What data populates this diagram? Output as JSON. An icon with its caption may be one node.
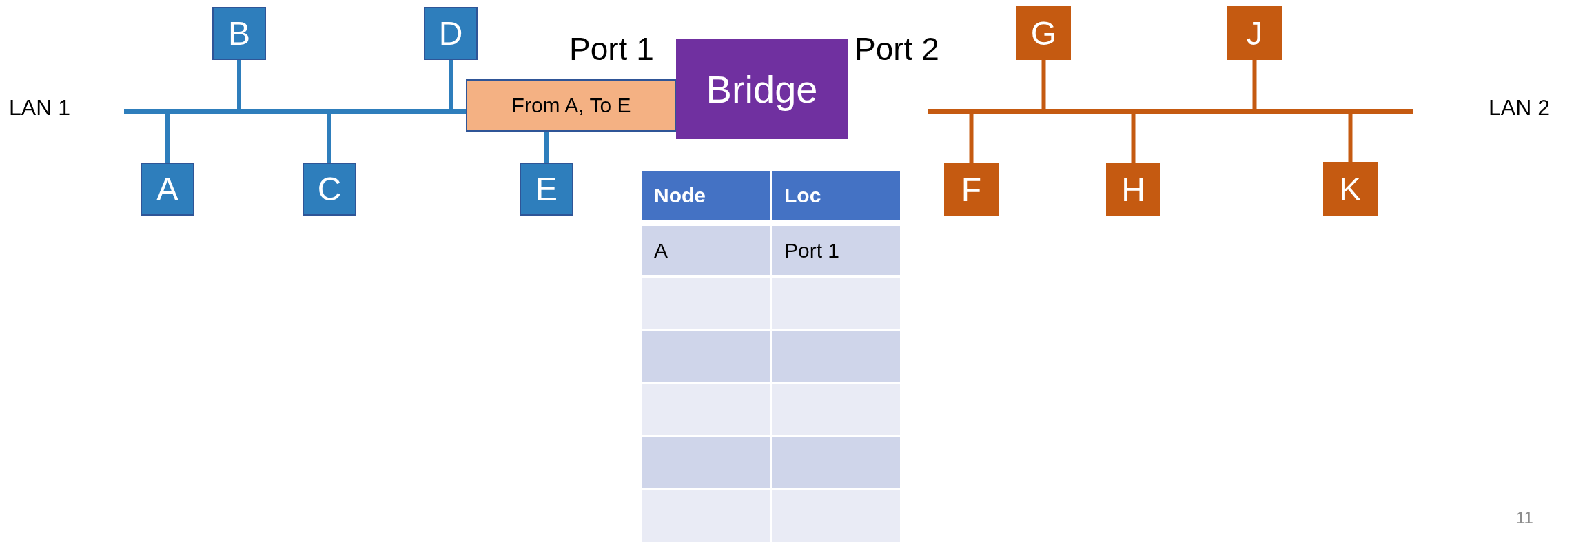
{
  "diagram": {
    "nodes": [
      {
        "text": [],
        "shape": "bar",
        "beside": [
          "LAN 1"
        ]
      },
      {
        "text": [
          "B"
        ]
      },
      {
        "text": [
          "D"
        ]
      },
      {
        "text": [
          "A"
        ]
      },
      {
        "text": [
          "C"
        ]
      },
      {
        "text": [
          "E"
        ]
      },
      {
        "text": [
          "From A, To E"
        ]
      },
      {
        "text": [
          "Bridge"
        ],
        "beside": [
          "Port 1",
          "Port 2"
        ]
      },
      {
        "text": [],
        "shape": "bar",
        "beside": [
          "LAN 2"
        ]
      },
      {
        "text": [
          "G"
        ]
      },
      {
        "text": [
          "J"
        ]
      },
      {
        "text": [
          "F"
        ]
      },
      {
        "text": [
          "H"
        ]
      },
      {
        "text": [
          "K"
        ]
      }
    ],
    "edges": [
      {
        "from": 1,
        "to": 0,
        "arrow": "none",
        "color": "#2e7ebc"
      },
      {
        "from": 2,
        "to": 0,
        "arrow": "none",
        "color": "#2e7ebc"
      },
      {
        "from": 3,
        "to": 0,
        "arrow": "none",
        "color": "#2e7ebc"
      },
      {
        "from": 4,
        "to": 0,
        "arrow": "none",
        "color": "#2e7ebc"
      },
      {
        "from": 5,
        "to": 6,
        "arrow": "none",
        "color": "#2e7ebc"
      },
      {
        "from": 9,
        "to": 8,
        "arrow": "none",
        "color": "#c55a11"
      },
      {
        "from": 10,
        "to": 8,
        "arrow": "none",
        "color": "#c55a11"
      },
      {
        "from": 11,
        "to": 8,
        "arrow": "none",
        "color": "#c55a11"
      },
      {
        "from": 12,
        "to": 8,
        "arrow": "none",
        "color": "#c55a11"
      },
      {
        "from": 13,
        "to": 8,
        "arrow": "none",
        "color": "#c55a11"
      }
    ],
    "labels": [
      "Node",
      "Loc",
      "A",
      "Port 1",
      "11"
    ]
  }
}
